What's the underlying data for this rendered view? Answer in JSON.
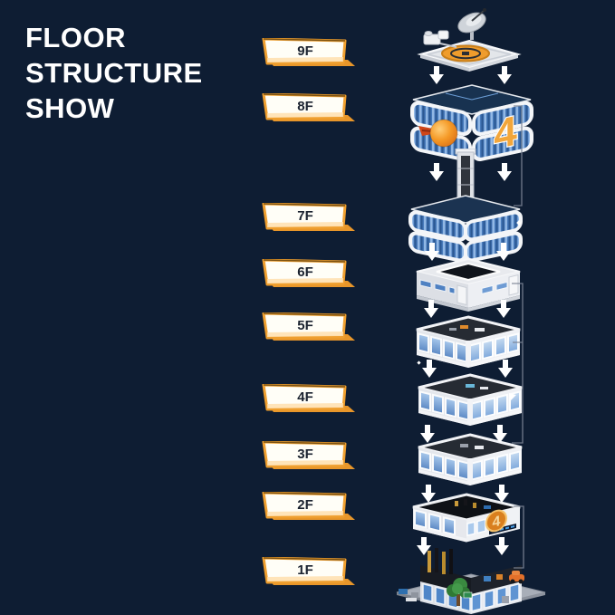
{
  "title": {
    "line1": "FLOOR",
    "line2": "STRUCTURE",
    "line3": "SHOW"
  },
  "floors": [
    {
      "label": "9F"
    },
    {
      "label": "8F"
    },
    {
      "label": "7F"
    },
    {
      "label": "6F"
    },
    {
      "label": "5F"
    },
    {
      "label": "4F"
    },
    {
      "label": "3F"
    },
    {
      "label": "2F"
    },
    {
      "label": "1F"
    }
  ],
  "building": {
    "tower_number": "4",
    "emblem_number": "4"
  },
  "icons": {
    "down_arrow": "down-arrow-icon",
    "satellite_dish": "satellite-dish-icon",
    "helipad": "helipad-icon",
    "radar_ball": "radar-ball-icon",
    "elevator_shaft": "elevator-shaft-icon",
    "tree": "tree-icon",
    "car": "car-icon"
  },
  "colors": {
    "background": "#0e1d33",
    "banner_border": "#ef9f2f",
    "banner_flap": "#e8962a",
    "banner_face": "#fffef7",
    "banner_text": "#1b2330",
    "accent_orange": "#f2a63b",
    "glass_blue": "#4a7ec0",
    "frame_white": "#f3f5f8",
    "bracket_grey": "#7b8494",
    "arrow_white": "#ffffff"
  }
}
